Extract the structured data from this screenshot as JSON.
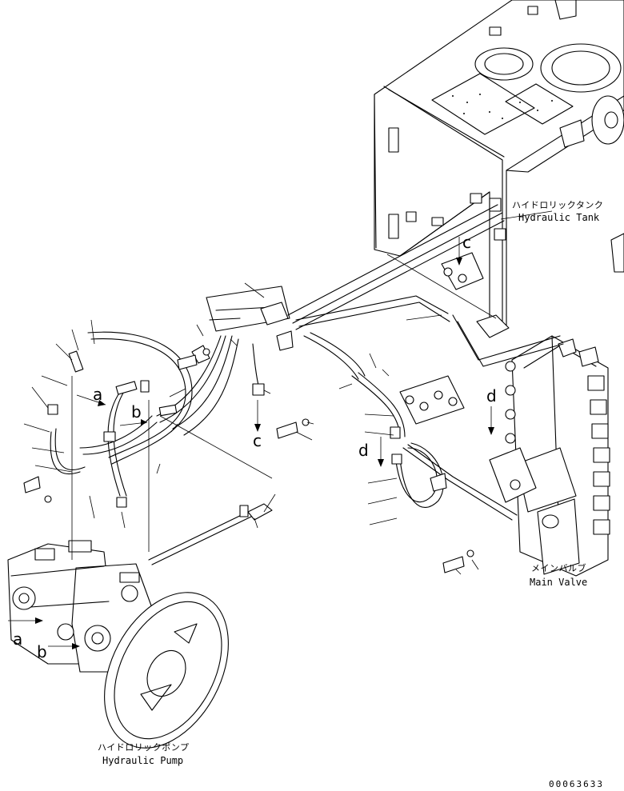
{
  "labels": {
    "tank_jp": "ハイドロリックタンク",
    "tank_en": "Hydraulic Tank",
    "valve_jp": "メインバルブ",
    "valve_en": "Main Valve",
    "pump_jp": "ハイドロリックポンプ",
    "pump_en": "Hydraulic Pump"
  },
  "refs": {
    "a": "a",
    "b": "b",
    "c": "c",
    "d": "d"
  },
  "drawing_code": "00063633"
}
